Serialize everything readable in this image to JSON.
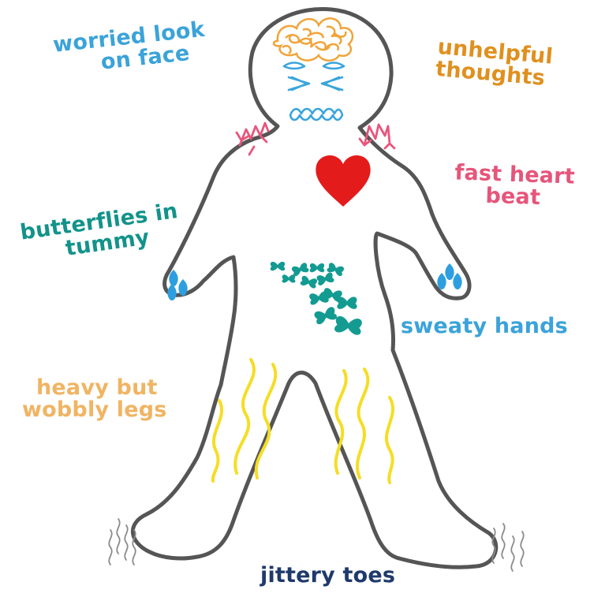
{
  "labels": {
    "face": {
      "lines": [
        "worried look",
        "on face"
      ],
      "color": "#3ba3d9"
    },
    "thoughts": {
      "lines": [
        "unhelpful",
        "thoughts"
      ],
      "color": "#e0901f"
    },
    "heart": {
      "lines": [
        "fast heart",
        "beat"
      ],
      "color": "#e6557a"
    },
    "tummy": {
      "lines": [
        "butterflies in",
        "tummy"
      ],
      "color": "#12938a"
    },
    "hands": {
      "lines": [
        "sweaty hands"
      ],
      "color": "#3ba3d9"
    },
    "legs": {
      "lines": [
        "heavy but",
        "wobbly legs"
      ],
      "color": "#f0b463"
    },
    "toes": {
      "lines": [
        "jittery toes"
      ],
      "color": "#1f3a6b"
    }
  },
  "colors": {
    "outline": "#555555",
    "scribble": "#f0a43a",
    "face": "#3aa5dc",
    "tension": "#e8567d",
    "heart": "#e41b1b",
    "butterflies": "#139b92",
    "sweat": "#2d9fe0",
    "wobble": "#f5dd25",
    "jitter": "#8a8a8a"
  },
  "icons": [
    "scribble-icon",
    "worried-face-icon",
    "tension-arrows-icon",
    "heart-icon",
    "butterflies-icon",
    "sweat-drops-icon",
    "wobble-lines-icon",
    "jitter-lines-icon"
  ]
}
